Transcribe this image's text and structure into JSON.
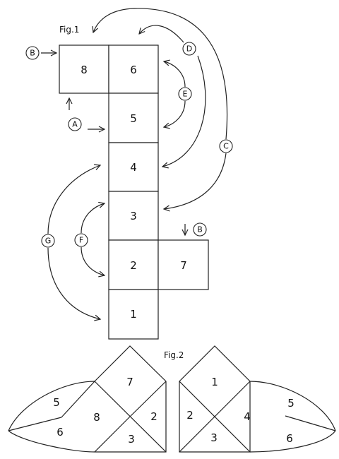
{
  "fig1": {
    "title": "Fig.1",
    "cells": [
      "8",
      "6",
      "5",
      "4",
      "3",
      "2",
      "7",
      "1"
    ],
    "labels": [
      "B",
      "A",
      "D",
      "E",
      "C",
      "F",
      "G",
      "B"
    ]
  },
  "fig2": {
    "title": "Fig.2",
    "left_numbers": [
      "7",
      "5",
      "8",
      "2",
      "6",
      "3"
    ],
    "right_numbers": [
      "1",
      "2",
      "4",
      "5",
      "3",
      "6"
    ]
  }
}
